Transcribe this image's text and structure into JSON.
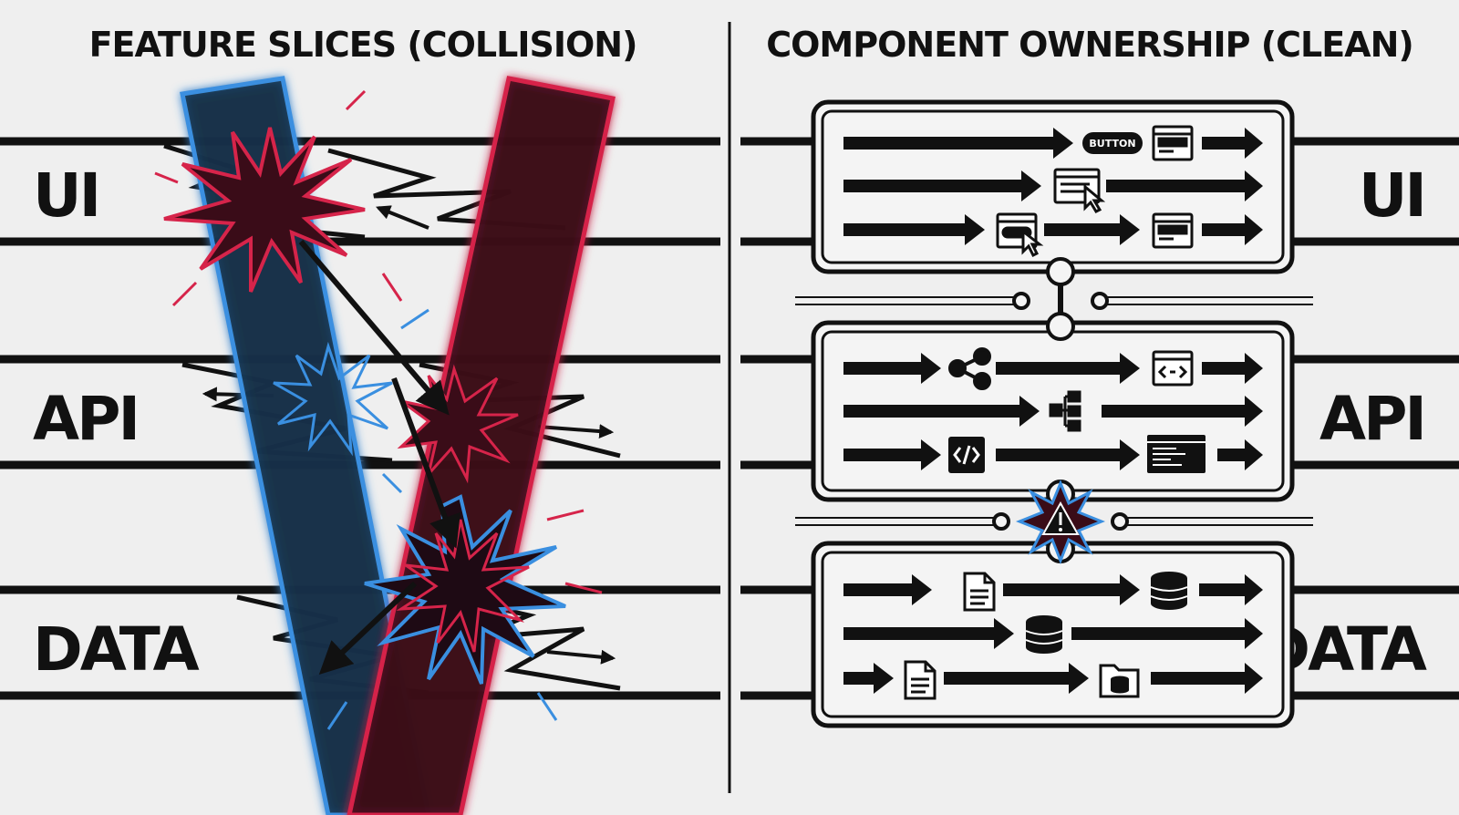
{
  "left": {
    "title": "FEATURE SLICES (COLLISION)",
    "layers": [
      "UI",
      "API",
      "DATA"
    ],
    "colors": {
      "blue": "#3a8fe0",
      "red": "#d6244a",
      "ink": "#111111"
    }
  },
  "right": {
    "title": "COMPONENT OWNERSHIP (CLEAN)",
    "layers": [
      "UI",
      "API",
      "DATA"
    ],
    "button_label": "BUTTON",
    "icons": {
      "ui": [
        "button-chip",
        "window-icon",
        "window-cursor-icon",
        "toggle-cursor-icon",
        "window-icon"
      ],
      "api": [
        "share-icon",
        "code-window-icon",
        "hierarchy-icon",
        "code-icon",
        "terminal-icon"
      ],
      "data": [
        "document-icon",
        "database-icon",
        "database-icon",
        "document-icon",
        "folder-database-icon"
      ],
      "warning": "warning-icon"
    }
  }
}
